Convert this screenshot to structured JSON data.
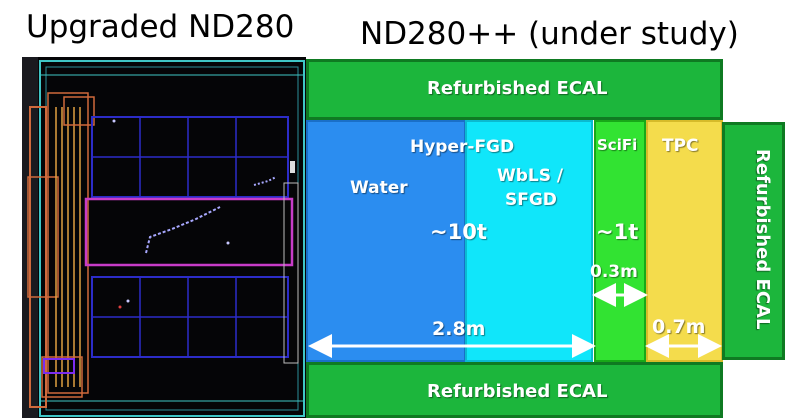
{
  "titles": {
    "left": "Upgraded ND280",
    "right": "ND280++ (under study)"
  },
  "diagram": {
    "ecal_top": "Refurbished ECAL",
    "ecal_bottom": "Refurbished ECAL",
    "ecal_right": "Refurbished ECAL",
    "hyper_fgd": "Hyper-FGD",
    "water": "Water",
    "wbls": "WbLS /",
    "sfgd": "SFGD",
    "mass_10t": "~10t",
    "scifi": "SciFi",
    "mass_1t": "~1t",
    "tpc": "TPC",
    "dim_03": "0.3m",
    "dim_28": "2.8m",
    "dim_07": "0.7m"
  },
  "colors": {
    "ecal": "#1cb63c",
    "water": "#2b8df0",
    "wbls": "#10e6fa",
    "scifi": "#32e332",
    "tpc": "#f4dc4c",
    "frame_cyan": "#3fc6c6",
    "frame_orange": "#d06a3c",
    "frame_blue": "#2c2cc8",
    "frame_magenta": "#c83cc8"
  }
}
